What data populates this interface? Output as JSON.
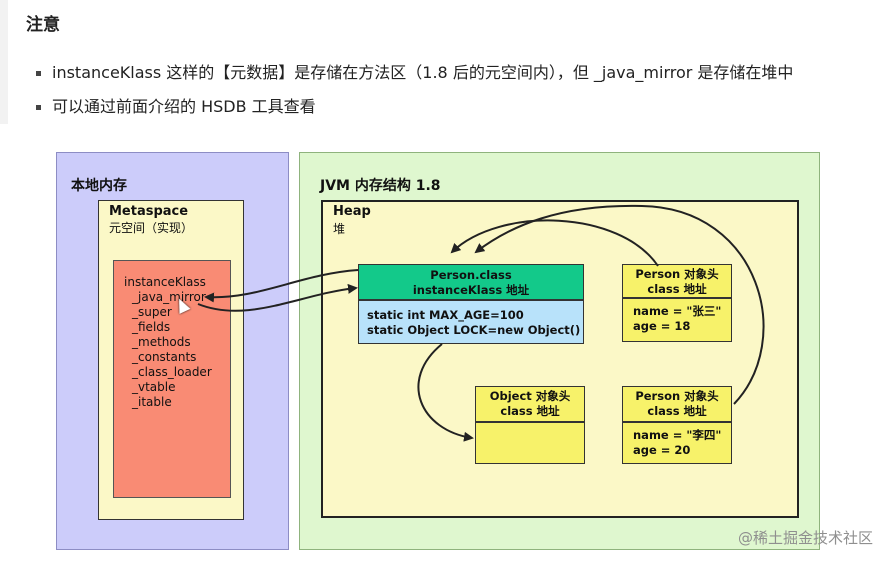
{
  "note": {
    "title": "注意",
    "bullets": [
      "instanceKlass 这样的【元数据】是存储在方法区（1.8 后的元空间内），但 _java_mirror 是存储在堆中",
      "可以通过前面介绍的 HSDB 工具查看"
    ]
  },
  "diagram": {
    "local_memory": {
      "title": "本地内存"
    },
    "metaspace": {
      "title": "Metaspace",
      "subtitle": "元空间（实现）"
    },
    "instance_klass": {
      "fields": [
        "instanceKlass",
        "_java_mirror",
        "_super",
        "_fields",
        "_methods",
        "_constants",
        "_class_loader",
        "_vtable",
        "_itable"
      ]
    },
    "jvm_memory": {
      "title": "JVM 内存结构 1.8"
    },
    "heap": {
      "title": "Heap",
      "subtitle": "堆"
    },
    "person_class": {
      "head_line1": "Person.class",
      "head_line2": "instanceKlass 地址",
      "body_line1": "static int  MAX_AGE=100",
      "body_line2": "static Object LOCK=new Object()"
    },
    "person1": {
      "head_line1": "Person 对象头",
      "head_line2": "class 地址",
      "name": "name = \"张三\"",
      "age": "age = 18"
    },
    "object_box": {
      "head_line1": "Object 对象头",
      "head_line2": "class 地址"
    },
    "person2": {
      "head_line1": "Person 对象头",
      "head_line2": "class 地址",
      "name": "name = \"李四\"",
      "age": "age = 20"
    }
  },
  "watermark": "@稀土掘金技术社区",
  "colors": {
    "local_memory_bg": "#ccccfa",
    "jvm_memory_bg": "#dff7cf",
    "metaspace_bg": "#fbf8c7",
    "instance_klass_bg": "#f98b74",
    "class_header_bg": "#13c98a",
    "class_body_bg": "#b8e2fa",
    "object_bg": "#f7f26a"
  }
}
